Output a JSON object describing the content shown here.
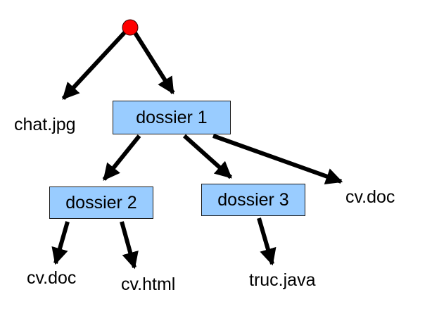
{
  "colors": {
    "root_fill": "#ff0000",
    "folder_fill": "#99ccff",
    "edge": "#000000"
  },
  "root": {
    "shape": "circle"
  },
  "folders": {
    "f1": {
      "label": "dossier 1"
    },
    "f2": {
      "label": "dossier 2"
    },
    "f3": {
      "label": "dossier 3"
    }
  },
  "files": {
    "chat": {
      "label": "chat.jpg"
    },
    "cvdoc_a": {
      "label": "cv.doc"
    },
    "cvhtml": {
      "label": "cv.html"
    },
    "truc": {
      "label": "truc.java"
    },
    "cvdoc_b": {
      "label": "cv.doc"
    }
  },
  "edges": [
    {
      "from": "root",
      "to": "chat"
    },
    {
      "from": "root",
      "to": "f1"
    },
    {
      "from": "f1",
      "to": "f2"
    },
    {
      "from": "f1",
      "to": "f3"
    },
    {
      "from": "f1",
      "to": "cvdoc_b"
    },
    {
      "from": "f2",
      "to": "cvdoc_a"
    },
    {
      "from": "f2",
      "to": "cvhtml"
    },
    {
      "from": "f3",
      "to": "truc"
    }
  ]
}
